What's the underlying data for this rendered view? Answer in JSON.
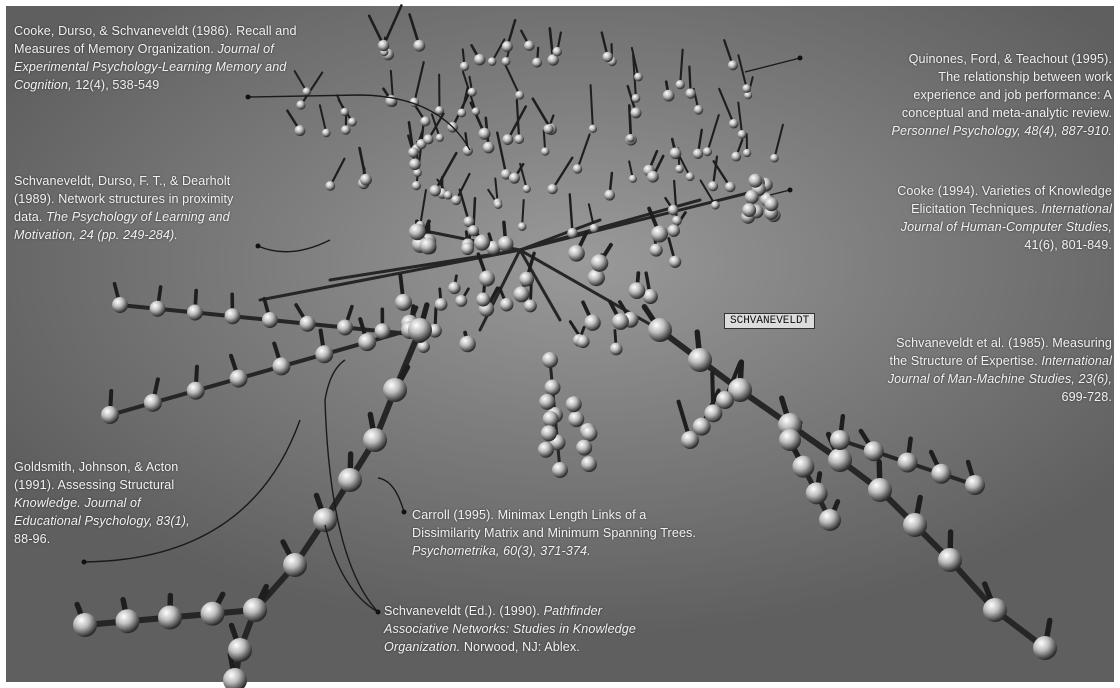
{
  "highlight_label": "SCHVANEVELDT",
  "citations": {
    "cooke_durso": {
      "lines": [
        [
          "Cooke, Durso, & Schvaneveldt (1986). Recall and",
          ""
        ],
        [
          "Measures of Memory Organization.",
          "Journal of"
        ],
        [
          "",
          "Experimental Psychology-Learning Memory and"
        ],
        [
          "",
          "Cognition,"
        ],
        [
          "12(4), 538-549",
          ""
        ]
      ]
    },
    "quinones": {
      "lines": [
        "Quinones, Ford, & Teachout (1995).",
        "The relationship between work",
        "experience and job performance: A",
        "conceptual and meta-analytic review.",
        "Personnel Psychology, 48(4), 887-910."
      ]
    },
    "schvaneveldt_durso": {
      "lines": [
        "Schvaneveldt, Durso, F. T., & Dearholt",
        "(1989). Network structures in proximity",
        "data.",
        "The Psychology of Learning and",
        "Motivation, 24 (pp. 249-284)."
      ]
    },
    "cooke_1994": {
      "lines": [
        "Cooke (1994). Varieties of Knowledge",
        "Elicitation Techniques.",
        "International",
        "Journal of Human-Computer Studies,",
        "41(6), 801-849."
      ]
    },
    "schvaneveldt_1985": {
      "lines": [
        "Schvaneveldt et al. (1985). Measuring",
        "the Structure of Expertise.",
        "International",
        "Journal of Man-Machine Studies, 23(6),",
        "699-728."
      ]
    },
    "goldsmith": {
      "lines": [
        "Goldsmith, Johnson, & Acton",
        "(1991). Assessing Structural",
        "Knowledge.",
        "Journal of",
        "Educational Psychology, 83(1),",
        "88-96."
      ]
    },
    "carroll": {
      "lines": [
        "Carroll (1995). Minimax Length Links of a",
        "Dissimilarity Matrix and Minimum Spanning Trees.",
        "Psychometrika, 60(3), 371-374."
      ]
    },
    "schvaneveldt_ed": {
      "lines": [
        "Schvaneveldt (Ed.). (1990).",
        "Pathfinder",
        "Associative Networks: Studies in Knowledge",
        "Organization.",
        "Norwood, NJ: Ablex."
      ]
    }
  },
  "colors": {
    "node": "#cfcfcf",
    "edge": "#2a2a2a",
    "accent": "#b8b8b8"
  }
}
